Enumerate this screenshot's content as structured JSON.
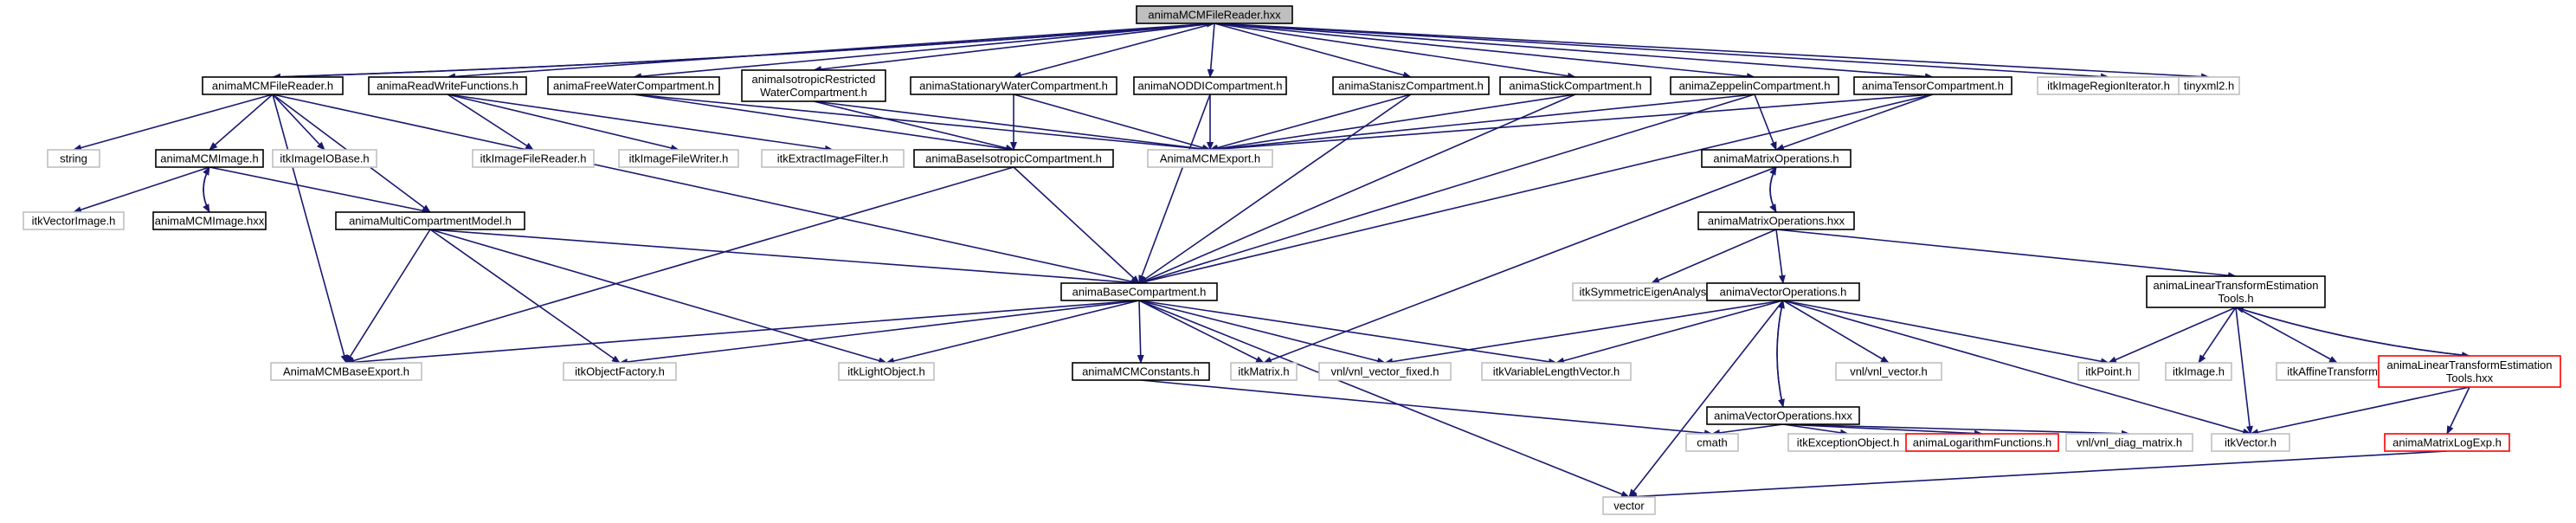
{
  "diagram": {
    "colors": {
      "root_fill": "#bfbfbf",
      "root_border": "#000000",
      "internal_border": "#000000",
      "external_border": "#bfbfbf",
      "red_border": "#ff0000",
      "edge": "#191970"
    },
    "nodes": [
      {
        "id": "root",
        "lines": [
          "animaMCMFileReader.hxx"
        ],
        "style": "root"
      },
      {
        "id": "mcmfr_h",
        "lines": [
          "animaMCMFileReader.h"
        ],
        "style": "internal"
      },
      {
        "id": "rwf",
        "lines": [
          "animaReadWriteFunctions.h"
        ],
        "style": "internal"
      },
      {
        "id": "fwc",
        "lines": [
          "animaFreeWaterCompartment.h"
        ],
        "style": "internal"
      },
      {
        "id": "irwc",
        "lines": [
          "animaIsotropicRestricted",
          "WaterCompartment.h"
        ],
        "style": "internal"
      },
      {
        "id": "swc",
        "lines": [
          "animaStationaryWaterCompartment.h"
        ],
        "style": "internal"
      },
      {
        "id": "noddi",
        "lines": [
          "animaNODDICompartment.h"
        ],
        "style": "internal"
      },
      {
        "id": "stanisz",
        "lines": [
          "animaStaniszCompartment.h"
        ],
        "style": "internal"
      },
      {
        "id": "stick",
        "lines": [
          "animaStickCompartment.h"
        ],
        "style": "internal"
      },
      {
        "id": "zeppelin",
        "lines": [
          "animaZeppelinCompartment.h"
        ],
        "style": "internal"
      },
      {
        "id": "tensor",
        "lines": [
          "animaTensorCompartment.h"
        ],
        "style": "internal"
      },
      {
        "id": "itkregion",
        "lines": [
          "itkImageRegionIterator.h"
        ],
        "style": "external"
      },
      {
        "id": "tinyxml",
        "lines": [
          "tinyxml2.h"
        ],
        "style": "external"
      },
      {
        "id": "string",
        "lines": [
          "string"
        ],
        "style": "external"
      },
      {
        "id": "mcmimage_h",
        "lines": [
          "animaMCMImage.h"
        ],
        "style": "internal"
      },
      {
        "id": "itkimageiobase",
        "lines": [
          "itkImageIOBase.h"
        ],
        "style": "external"
      },
      {
        "id": "itkfilereader",
        "lines": [
          "itkImageFileReader.h"
        ],
        "style": "external"
      },
      {
        "id": "itkfilewriter",
        "lines": [
          "itkImageFileWriter.h"
        ],
        "style": "external"
      },
      {
        "id": "itkextract",
        "lines": [
          "itkExtractImageFilter.h"
        ],
        "style": "external"
      },
      {
        "id": "bic",
        "lines": [
          "animaBaseIsotropicCompartment.h"
        ],
        "style": "internal"
      },
      {
        "id": "mcmexport",
        "lines": [
          "AnimaMCMExport.h"
        ],
        "style": "external"
      },
      {
        "id": "matops_h",
        "lines": [
          "animaMatrixOperations.h"
        ],
        "style": "internal"
      },
      {
        "id": "itkvecimage",
        "lines": [
          "itkVectorImage.h"
        ],
        "style": "external"
      },
      {
        "id": "mcmimage_hxx",
        "lines": [
          "animaMCMImage.hxx"
        ],
        "style": "internal"
      },
      {
        "id": "mcm_model",
        "lines": [
          "animaMultiCompartmentModel.h"
        ],
        "style": "internal"
      },
      {
        "id": "matops_hxx",
        "lines": [
          "animaMatrixOperations.hxx"
        ],
        "style": "internal"
      },
      {
        "id": "itksymeig",
        "lines": [
          "itkSymmetricEigenAnalysis.h"
        ],
        "style": "external"
      },
      {
        "id": "lte_h",
        "lines": [
          "animaLinearTransformEstimation",
          "Tools.h"
        ],
        "style": "internal"
      },
      {
        "id": "basecomp",
        "lines": [
          "animaBaseCompartment.h"
        ],
        "style": "internal"
      },
      {
        "id": "vecops_h",
        "lines": [
          "animaVectorOperations.h"
        ],
        "style": "internal"
      },
      {
        "id": "mcmbaseexport",
        "lines": [
          "AnimaMCMBaseExport.h"
        ],
        "style": "external"
      },
      {
        "id": "itkobjfactory",
        "lines": [
          "itkObjectFactory.h"
        ],
        "style": "external"
      },
      {
        "id": "itklightobj",
        "lines": [
          "itkLightObject.h"
        ],
        "style": "external"
      },
      {
        "id": "mcmconst",
        "lines": [
          "animaMCMConstants.h"
        ],
        "style": "internal"
      },
      {
        "id": "itkmatrix",
        "lines": [
          "itkMatrix.h"
        ],
        "style": "external"
      },
      {
        "id": "vnlvecfixed",
        "lines": [
          "vnl/vnl_vector_fixed.h"
        ],
        "style": "external"
      },
      {
        "id": "itkvarlen",
        "lines": [
          "itkVariableLengthVector.h"
        ],
        "style": "external"
      },
      {
        "id": "vnlvector",
        "lines": [
          "vnl/vnl_vector.h"
        ],
        "style": "external"
      },
      {
        "id": "itkpoint",
        "lines": [
          "itkPoint.h"
        ],
        "style": "external"
      },
      {
        "id": "itkimage",
        "lines": [
          "itkImage.h"
        ],
        "style": "external"
      },
      {
        "id": "itkaffine",
        "lines": [
          "itkAffineTransform.h"
        ],
        "style": "external"
      },
      {
        "id": "lte_hxx",
        "lines": [
          "animaLinearTransformEstimation",
          "Tools.hxx"
        ],
        "style": "red"
      },
      {
        "id": "vecops_hxx",
        "lines": [
          "animaVectorOperations.hxx"
        ],
        "style": "internal"
      },
      {
        "id": "cmath",
        "lines": [
          "cmath"
        ],
        "style": "external"
      },
      {
        "id": "itkexcept",
        "lines": [
          "itkExceptionObject.h"
        ],
        "style": "external"
      },
      {
        "id": "logfunc",
        "lines": [
          "animaLogarithmFunctions.h"
        ],
        "style": "red"
      },
      {
        "id": "vnldiag",
        "lines": [
          "vnl/vnl_diag_matrix.h"
        ],
        "style": "external"
      },
      {
        "id": "itkvector",
        "lines": [
          "itkVector.h"
        ],
        "style": "external"
      },
      {
        "id": "matlogexp",
        "lines": [
          "animaMatrixLogExp.h"
        ],
        "style": "red"
      },
      {
        "id": "vector",
        "lines": [
          "vector"
        ],
        "style": "external"
      }
    ],
    "edges": [
      [
        "root",
        "mcmfr_h"
      ],
      [
        "root",
        "rwf"
      ],
      [
        "root",
        "fwc"
      ],
      [
        "root",
        "irwc"
      ],
      [
        "root",
        "swc"
      ],
      [
        "root",
        "noddi"
      ],
      [
        "root",
        "stanisz"
      ],
      [
        "root",
        "stick"
      ],
      [
        "root",
        "zeppelin"
      ],
      [
        "root",
        "tensor"
      ],
      [
        "root",
        "itkregion"
      ],
      [
        "root",
        "tinyxml"
      ],
      [
        "mcmfr_h",
        "root"
      ],
      [
        "mcmfr_h",
        "string"
      ],
      [
        "mcmfr_h",
        "mcmimage_h"
      ],
      [
        "mcmfr_h",
        "itkimageiobase"
      ],
      [
        "mcmfr_h",
        "mcm_model"
      ],
      [
        "mcmfr_h",
        "basecomp"
      ],
      [
        "mcmfr_h",
        "mcmbaseexport"
      ],
      [
        "rwf",
        "itkfilereader"
      ],
      [
        "rwf",
        "itkfilewriter"
      ],
      [
        "rwf",
        "itkextract"
      ],
      [
        "fwc",
        "bic"
      ],
      [
        "fwc",
        "mcmexport"
      ],
      [
        "irwc",
        "bic"
      ],
      [
        "irwc",
        "mcmexport"
      ],
      [
        "swc",
        "bic"
      ],
      [
        "swc",
        "mcmexport"
      ],
      [
        "noddi",
        "basecomp"
      ],
      [
        "noddi",
        "mcmexport"
      ],
      [
        "stanisz",
        "basecomp"
      ],
      [
        "stanisz",
        "mcmexport"
      ],
      [
        "stick",
        "basecomp"
      ],
      [
        "stick",
        "mcmexport"
      ],
      [
        "zeppelin",
        "basecomp"
      ],
      [
        "zeppelin",
        "mcmexport"
      ],
      [
        "zeppelin",
        "matops_h"
      ],
      [
        "tensor",
        "basecomp"
      ],
      [
        "tensor",
        "mcmexport"
      ],
      [
        "tensor",
        "matops_h"
      ],
      [
        "mcmimage_h",
        "itkvecimage"
      ],
      [
        "mcmimage_h",
        "mcmimage_hxx"
      ],
      [
        "mcmimage_hxx",
        "mcmimage_h"
      ],
      [
        "mcmimage_h",
        "mcm_model"
      ],
      [
        "bic",
        "basecomp"
      ],
      [
        "bic",
        "mcmbaseexport"
      ],
      [
        "matops_h",
        "matops_hxx"
      ],
      [
        "matops_hxx",
        "matops_h"
      ],
      [
        "matops_h",
        "itkmatrix"
      ],
      [
        "matops_hxx",
        "itksymeig"
      ],
      [
        "matops_hxx",
        "vecops_h"
      ],
      [
        "matops_hxx",
        "lte_h"
      ],
      [
        "mcm_model",
        "basecomp"
      ],
      [
        "mcm_model",
        "mcmbaseexport"
      ],
      [
        "mcm_model",
        "itkobjfactory"
      ],
      [
        "mcm_model",
        "itklightobj"
      ],
      [
        "basecomp",
        "mcmbaseexport"
      ],
      [
        "basecomp",
        "itkobjfactory"
      ],
      [
        "basecomp",
        "itklightobj"
      ],
      [
        "basecomp",
        "mcmconst"
      ],
      [
        "basecomp",
        "itkmatrix"
      ],
      [
        "basecomp",
        "vnlvecfixed"
      ],
      [
        "basecomp",
        "itkvarlen"
      ],
      [
        "basecomp",
        "vector"
      ],
      [
        "vecops_h",
        "vecops_hxx"
      ],
      [
        "vecops_hxx",
        "vecops_h"
      ],
      [
        "vecops_h",
        "vnlvecfixed"
      ],
      [
        "vecops_h",
        "itkvarlen"
      ],
      [
        "vecops_h",
        "vnlvector"
      ],
      [
        "vecops_h",
        "itkpoint"
      ],
      [
        "vecops_h",
        "itkvector"
      ],
      [
        "vecops_h",
        "vector"
      ],
      [
        "lte_h",
        "itkpoint"
      ],
      [
        "lte_h",
        "itkimage"
      ],
      [
        "lte_h",
        "itkaffine"
      ],
      [
        "lte_h",
        "itkvector"
      ],
      [
        "lte_h",
        "lte_hxx"
      ],
      [
        "lte_hxx",
        "lte_h"
      ],
      [
        "lte_hxx",
        "itkvector"
      ],
      [
        "lte_hxx",
        "matlogexp"
      ],
      [
        "mcmconst",
        "cmath"
      ],
      [
        "vecops_hxx",
        "cmath"
      ],
      [
        "vecops_hxx",
        "itkexcept"
      ],
      [
        "vecops_hxx",
        "logfunc"
      ],
      [
        "vecops_hxx",
        "vnldiag"
      ],
      [
        "matlogexp",
        "vector"
      ]
    ]
  }
}
